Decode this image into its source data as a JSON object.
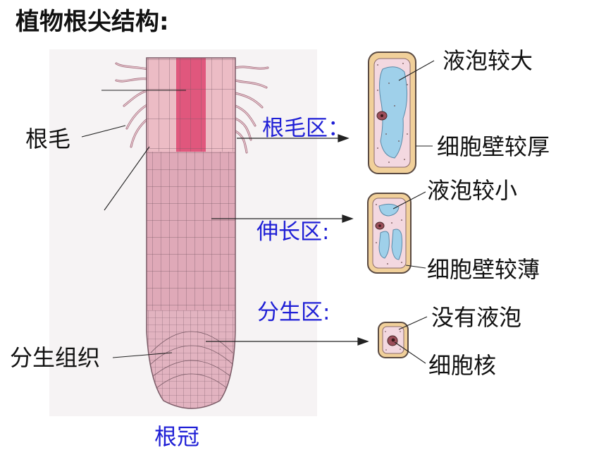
{
  "title": "植物根尖结构:",
  "labels": {
    "root_hair": "根毛",
    "meristem_tissue": "分生组织",
    "root_cap": "根冠",
    "zone_root_hair": "根毛区：",
    "zone_elongation": "伸长区:",
    "zone_meristem": "分生区:"
  },
  "cell_notes": {
    "large_vacuole": "液泡较大",
    "thick_wall": "细胞壁较厚",
    "small_vacuole": "液泡较小",
    "thin_wall": "细胞壁较薄",
    "no_vacuole": "没有液泡",
    "nucleus": "细胞核"
  },
  "colors": {
    "root_fill": "#dfa9b8",
    "root_hair_zone": "#ecbcc5",
    "vascular_core": "#e0577d",
    "cell_line": "#7a5a66",
    "wall_fill": "#f1d09a",
    "cytoplasm": "#f3d8e0",
    "vacuole": "#9fd0ea",
    "label_blue": "#1f1fd6"
  }
}
